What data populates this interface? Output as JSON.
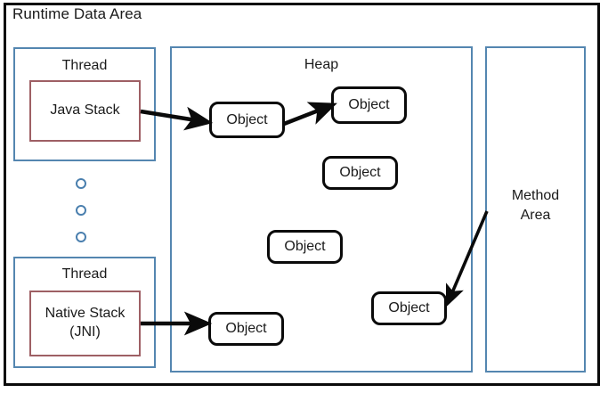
{
  "diagram": {
    "title": "Runtime Data Area",
    "regions": {
      "thread_top": {
        "label": "Thread"
      },
      "thread_bottom": {
        "label": "Thread"
      },
      "heap": {
        "label": "Heap"
      },
      "method_area": {
        "label": "Method Area"
      }
    },
    "stacks": {
      "java_stack": {
        "label": "Java Stack"
      },
      "native_stack": {
        "label": "Native Stack\n(JNI)",
        "line1": "Native Stack",
        "line2": "(JNI)"
      }
    },
    "objects": [
      {
        "id": "object-1",
        "label": "Object"
      },
      {
        "id": "object-2",
        "label": "Object"
      },
      {
        "id": "object-3",
        "label": "Object"
      },
      {
        "id": "object-4",
        "label": "Object"
      },
      {
        "id": "object-5",
        "label": "Object"
      },
      {
        "id": "object-6",
        "label": "Object"
      }
    ],
    "ellipsis": {
      "count": 3,
      "glyph": "circle-outline-icon"
    },
    "arrows": [
      {
        "id": "arrow-java-stack-to-object-1",
        "from": "java_stack",
        "to": "object-1"
      },
      {
        "id": "arrow-object-1-to-object-2",
        "from": "object-1",
        "to": "object-2"
      },
      {
        "id": "arrow-native-stack-to-object-5",
        "from": "native_stack",
        "to": "object-5"
      },
      {
        "id": "arrow-method-area-to-object-6",
        "from": "method_area",
        "to": "object-6"
      }
    ],
    "colors": {
      "outer_border": "#0a0a0a",
      "region_border": "#5486b0",
      "stack_border": "#9e5f64",
      "object_border": "#0a0a0a",
      "circle_border": "#4a7fae",
      "background": "#ffffff",
      "text": "#1a1a1a"
    }
  }
}
